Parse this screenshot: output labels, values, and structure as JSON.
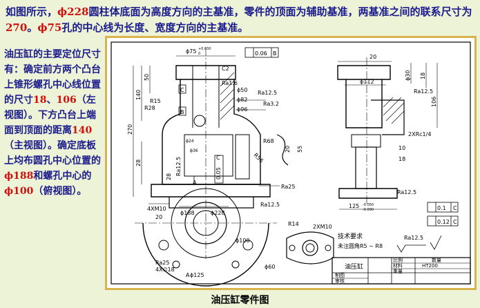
{
  "top_text": {
    "p1": "如图所示，",
    "d228": "ϕ228",
    "p2": "圆柱体底面为高度方向的主基准，零件的顶面为辅助基准，两基准之间的联系尺寸为",
    "d270": "270",
    "p3": "。",
    "d75": "ϕ75",
    "p4": "孔的中心线为长度、宽度方向的主基准。"
  },
  "left_text": {
    "t1": "油压缸的主要定位尺寸有：确定前方两个凸台上锥形螺孔中心线位置的尺寸",
    "v18": "18",
    "sep1": "、",
    "v106": "106",
    "t2": "（左视图）。下方凸台上端面到顶面的距离",
    "v140": "140",
    "t3": "（主视图）。确定底板上均布圆孔中心位置的",
    "v188": "ϕ188",
    "t4": "和螺孔中心的",
    "v100": "ϕ100",
    "t5": "（俯视图）。"
  },
  "caption": "油压缸零件图",
  "drawing": {
    "front_dims": {
      "phi75": "ϕ75",
      "tol_top": "+0.030",
      "tol_bot": "0",
      "flatness": "0.06",
      "datum_b": "B",
      "c2": "C2",
      "ra16": "Ra1.6",
      "phi50": "ϕ50",
      "phi82": "ϕ82",
      "phi96": "ϕ96",
      "ra125a": "Ra12.5",
      "ra32": "Ra3.2",
      "r15": "R15",
      "r28": "R28",
      "datum_c": "C",
      "datum_b2": "B",
      "v50": "50",
      "v140": "140",
      "v270": "270",
      "v28a": "28",
      "v28b": "28",
      "phi24": "ϕ24",
      "phi36": "ϕ36",
      "ra125b": "Ra12.5",
      "r68": "R68",
      "r56": "R56",
      "v20": "20",
      "v55": "55",
      "perp": "0.05",
      "datum_c2": "C",
      "section_a": "A",
      "ra25": "Ra25",
      "ra125c": "Ra12.5",
      "phi188": "ϕ188",
      "phi228": "ϕ228",
      "tm10": "4XM10",
      "v20b": "20"
    },
    "left_dims": {
      "v20": "20",
      "phi112": "ϕ112",
      "phi30": "ϕ30",
      "v18": "18",
      "v106": "106",
      "ra125": "Ra12.5",
      "rc": "2XRc1/4",
      "v10": "10",
      "v18b": "18",
      "v125": "125",
      "tol1": "-0.050",
      "tol2": "-0.090",
      "ra125b": "Ra12.5",
      "tol_box": "0.1",
      "datum_c": "C",
      "par_box": "0.12",
      "par_datum": "C"
    },
    "top_dims": {
      "r14": "R14",
      "tm10": "2XM10",
      "phi100": "ϕ100",
      "phi60": "ϕ60",
      "phi125": "ϕ125",
      "ra25": "Ra25",
      "holes": "4X∅18",
      "sec_a": "A"
    },
    "tech_req": {
      "title": "技术要求",
      "line": "未注圆角R5 ~ R8",
      "ra": "Ra12.5"
    },
    "title_block": {
      "name": "油压缸",
      "scale": "比例",
      "qty": "数量",
      "material": "材料",
      "material_val": "HT200",
      "weight": "重量",
      "drawn": "制图",
      "checked": "审核"
    }
  }
}
